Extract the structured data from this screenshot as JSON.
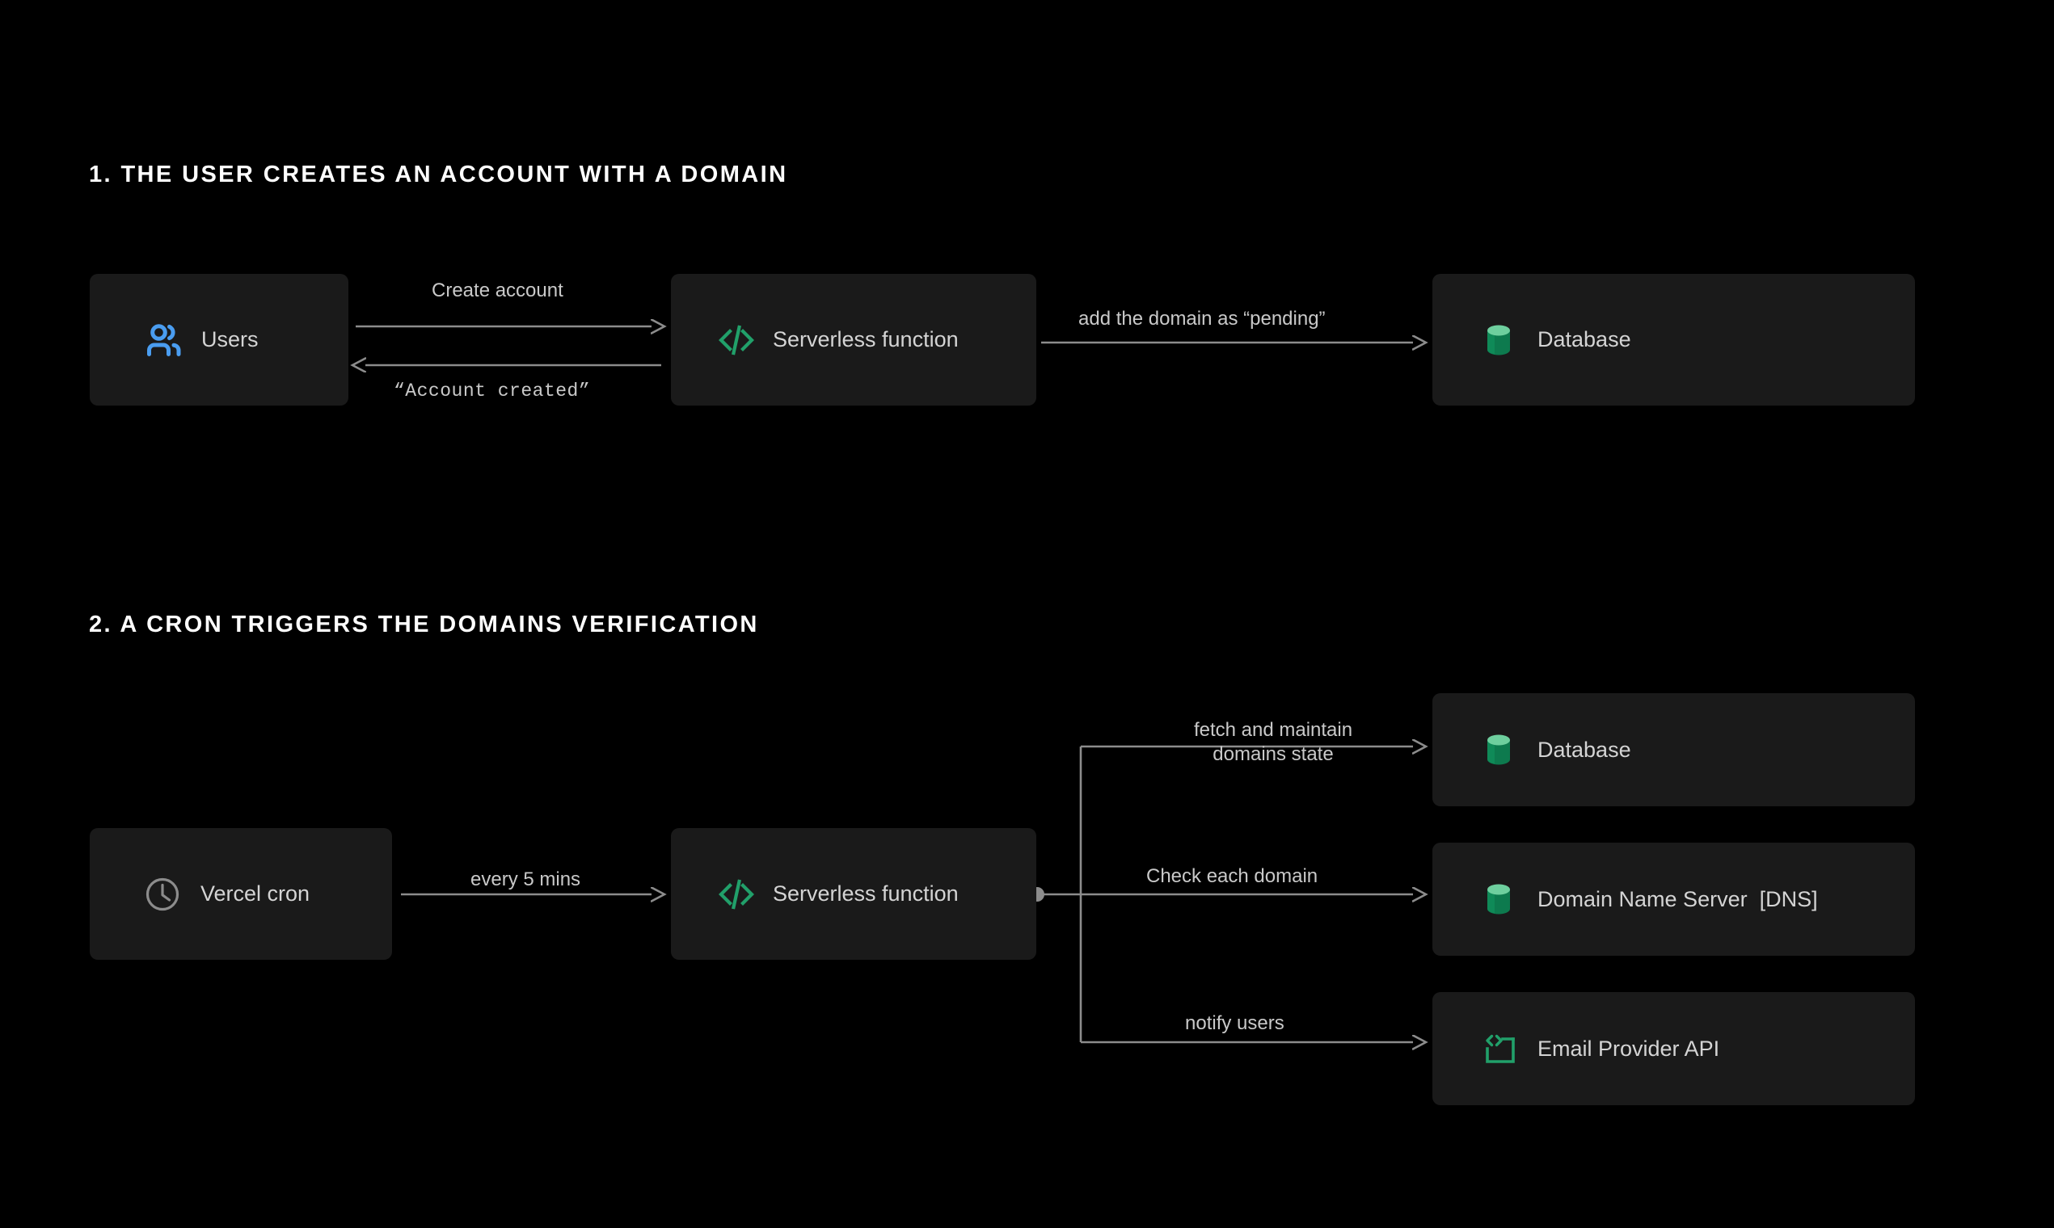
{
  "page": {
    "background": "#000000",
    "card_background": "#1a1a1a",
    "text_color": "#d4d4d4",
    "heading_color": "#ffffff",
    "wire_color": "#8c8c8c",
    "accent_green": "#21a06a",
    "accent_green_light": "#6ecf9e",
    "accent_blue": "#4a9df0",
    "icon_gray": "#8c8c8c"
  },
  "sections": [
    {
      "heading": "1. THE USER CREATES AN ACCOUNT WITH A DOMAIN",
      "nodes": [
        {
          "id": "users",
          "label": "Users",
          "icon": "users-icon"
        },
        {
          "id": "serverless-1",
          "label": "Serverless function",
          "icon": "code-icon"
        },
        {
          "id": "database-1",
          "label": "Database",
          "icon": "database-icon"
        }
      ],
      "edges": [
        {
          "id": "create-account",
          "label": "Create account",
          "style": "sans",
          "direction": "right"
        },
        {
          "id": "account-created",
          "label": "“Account created”",
          "style": "mono",
          "direction": "left"
        },
        {
          "id": "add-domain",
          "label": "add the domain as “pending”",
          "style": "sans",
          "direction": "right"
        }
      ]
    },
    {
      "heading": "2. A CRON TRIGGERS THE DOMAINS VERIFICATION",
      "nodes": [
        {
          "id": "cron",
          "label": "Vercel cron",
          "icon": "clock-icon"
        },
        {
          "id": "serverless-2",
          "label": "Serverless function",
          "icon": "code-icon"
        },
        {
          "id": "database-2",
          "label": "Database",
          "icon": "database-icon"
        },
        {
          "id": "dns",
          "label": "Domain Name Server  [DNS]",
          "icon": "database-icon"
        },
        {
          "id": "email",
          "label": "Email Provider API",
          "icon": "api-icon"
        }
      ],
      "edges": [
        {
          "id": "every-5-mins",
          "label": "every 5 mins",
          "style": "sans",
          "direction": "right"
        },
        {
          "id": "fetch",
          "label": "fetch and maintain\ndomains state",
          "label_line_1": "fetch and maintain",
          "label_line_2": "domains state",
          "style": "sans",
          "direction": "right"
        },
        {
          "id": "check",
          "label": "Check each domain",
          "style": "sans",
          "direction": "right"
        },
        {
          "id": "notify",
          "label": "notify users",
          "style": "sans",
          "direction": "right"
        }
      ]
    }
  ]
}
